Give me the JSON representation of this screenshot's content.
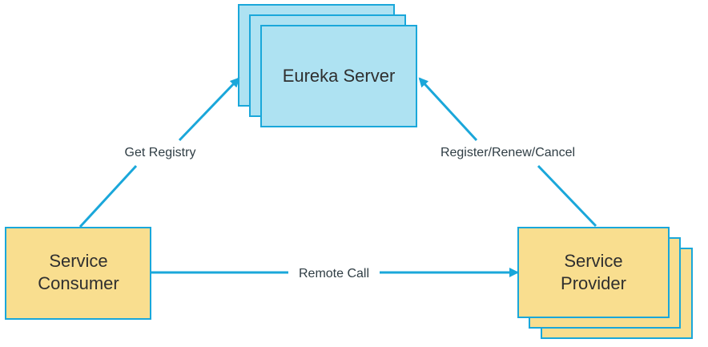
{
  "nodes": {
    "eureka_server": {
      "label": "Eureka Server",
      "fill": "#aee2f2",
      "stroke": "#1aa7da"
    },
    "service_consumer": {
      "line1": "Service",
      "line2": "Consumer",
      "fill": "#f9de8f",
      "stroke": "#1aa7da"
    },
    "service_provider": {
      "line1": "Service",
      "line2": "Provider",
      "fill": "#f9de8f",
      "stroke": "#1aa7da"
    }
  },
  "edges": {
    "get_registry": {
      "label": "Get Registry"
    },
    "register": {
      "label": "Register/Renew/Cancel"
    },
    "remote_call": {
      "label": "Remote Call"
    }
  },
  "colors": {
    "arrow": "#1aa7da"
  }
}
